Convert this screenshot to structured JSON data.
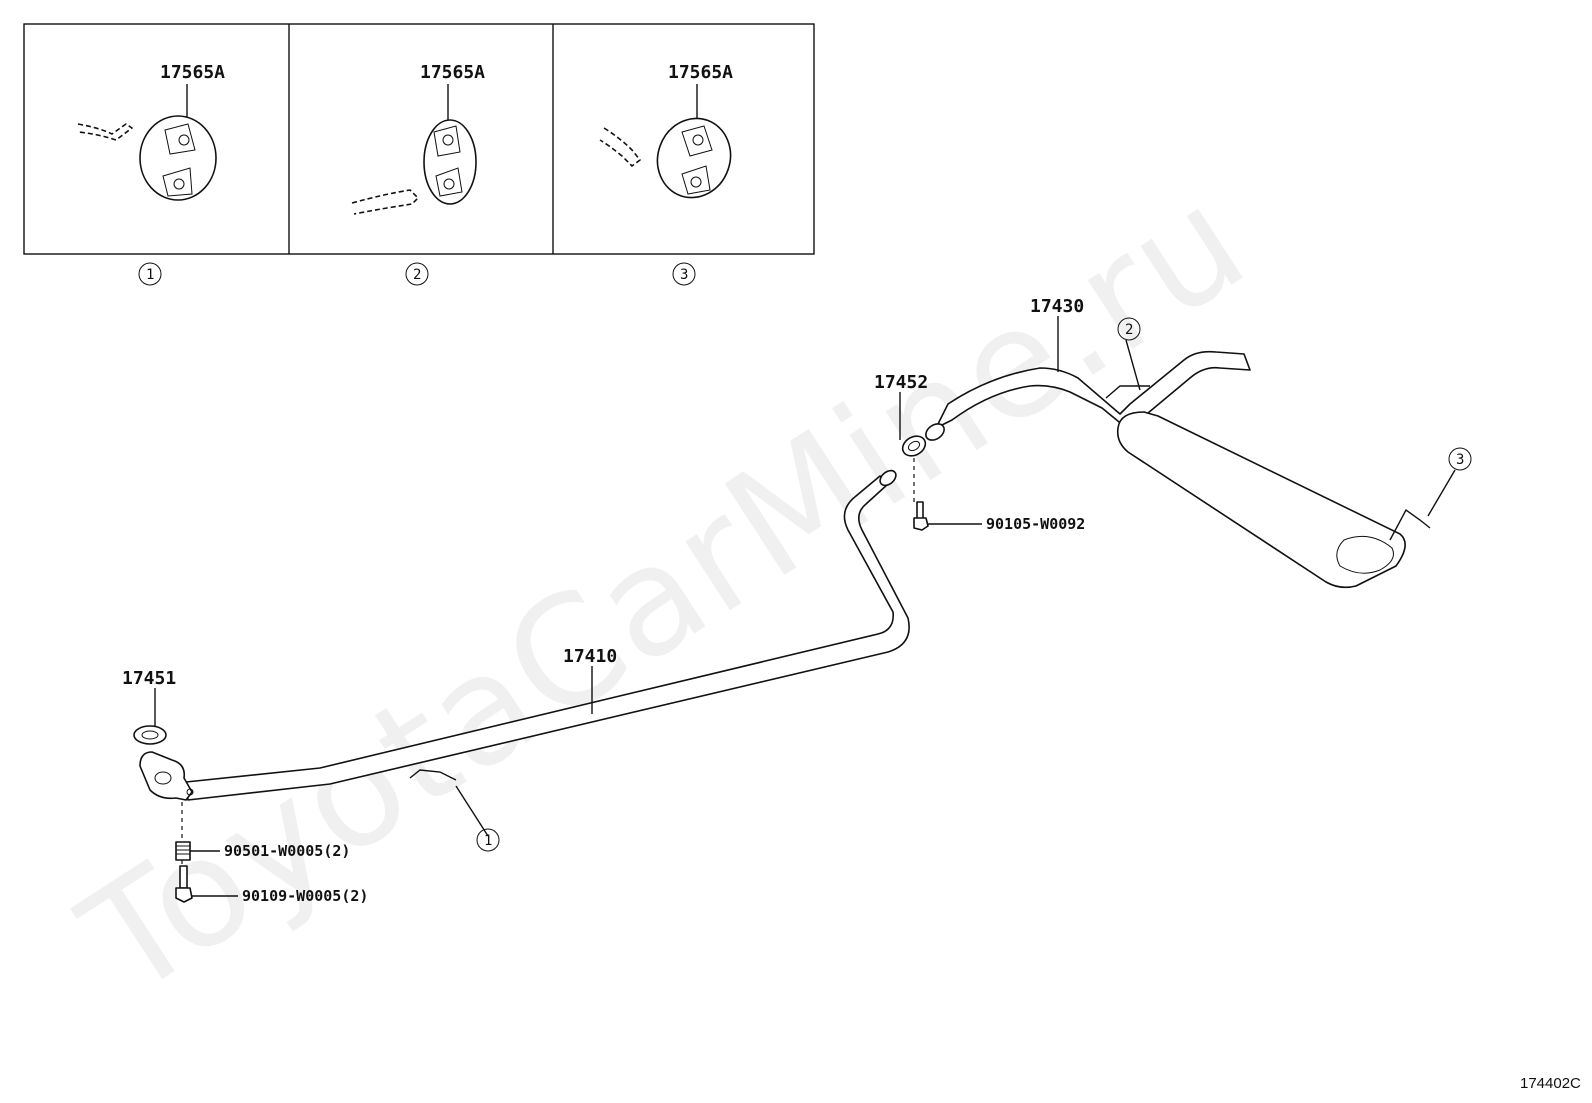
{
  "watermark": "ToyotaCarMine.ru",
  "detail_panels": [
    {
      "part_label": "17565A",
      "index": "1"
    },
    {
      "part_label": "17565A",
      "index": "2"
    },
    {
      "part_label": "17565A",
      "index": "3"
    }
  ],
  "callouts": {
    "tail_pipe": "17430",
    "center_pipe": "17410",
    "gasket_front": "17451",
    "gasket_rear": "17452",
    "bolt_rear": "90105-W0092",
    "spring": "90501-W0005(2)",
    "bolt_front": "90109-W0005(2)",
    "hanger_1": "1",
    "hanger_2": "2",
    "hanger_3": "3"
  },
  "diagram_code": "174402C"
}
